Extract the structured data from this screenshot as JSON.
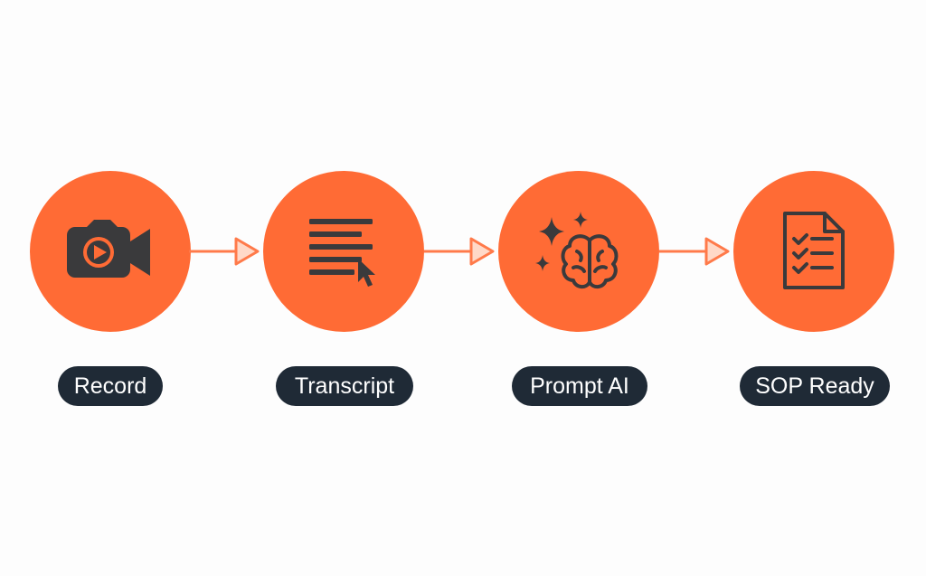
{
  "colors": {
    "accent": "#FF6B35",
    "icon": "#3a3a3c",
    "pill": "#1f2a36",
    "arrow": "#ff7a4a",
    "arrow_head_fill": "#ffd9c8",
    "background": "#fdfdfd"
  },
  "steps": [
    {
      "label": "Record",
      "icon": "video-camera-icon"
    },
    {
      "label": "Transcript",
      "icon": "text-lines-cursor-icon"
    },
    {
      "label": "Prompt AI",
      "icon": "sparkles-brain-icon"
    },
    {
      "label": "SOP Ready",
      "icon": "checklist-document-icon"
    }
  ],
  "connectors": [
    "arrow-right-icon",
    "arrow-right-icon",
    "arrow-right-icon"
  ]
}
